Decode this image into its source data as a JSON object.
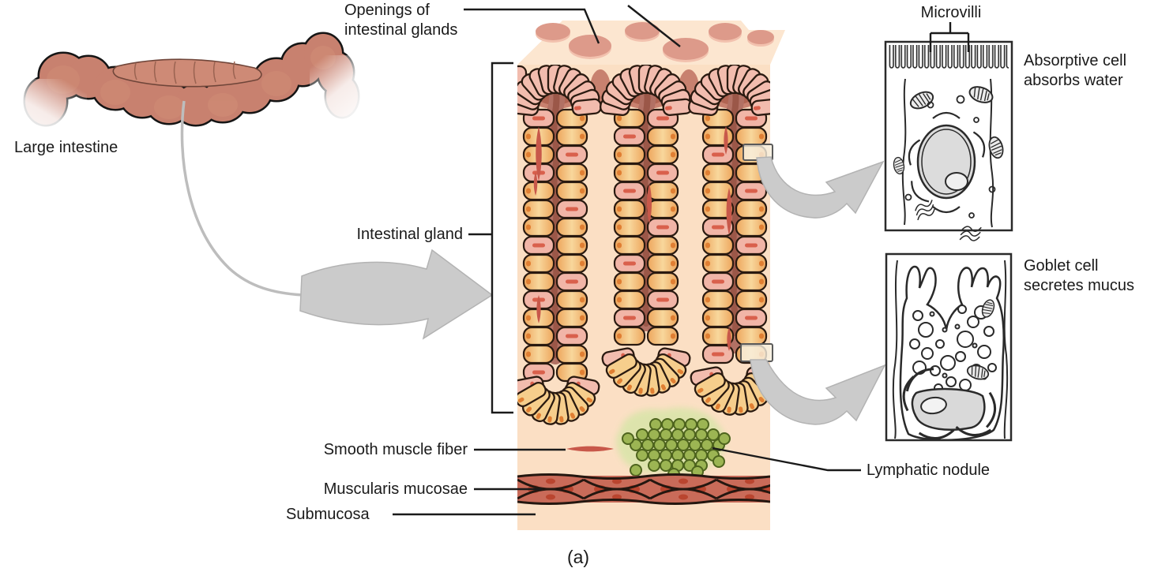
{
  "figure": {
    "caption": "(a)",
    "labels": {
      "openings": "Openings of intestinal glands",
      "microvilli": "Microvilli",
      "absorptive_cell": "Absorptive cell absorbs water",
      "large_intestine": "Large intestine",
      "intestinal_gland": "Intestinal gland",
      "goblet_cell": "Goblet cell secretes mucus",
      "smooth_muscle_fiber": "Smooth muscle fiber",
      "muscularis_mucosae": "Muscularis mucosae",
      "submucosa": "Submucosa",
      "lymphatic_nodule": "Lymphatic nodule"
    },
    "colors": {
      "tissue_background": "#FBDFC4",
      "gland_cell_yellow": "#F6CB86",
      "gland_cell_pink": "#F1B5A7",
      "gland_lumen": "#B27164",
      "smooth_muscle_red": "#C8584A",
      "muscularis_band": "#C96B59",
      "lymphatic_nodule_green": "#9CB553",
      "intestine_salmon": "#C8816F",
      "arrow_gray": "#CBCBCB",
      "label_text": "#1A1A1A"
    }
  }
}
